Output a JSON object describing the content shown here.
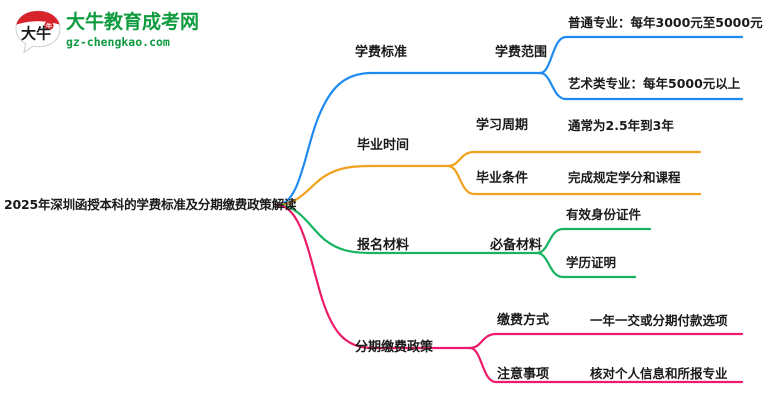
{
  "brand": {
    "logo_icon": "speech-bubble-logo-icon",
    "logo_mark_text": "大牛",
    "name_cn": "大牛教育成考网",
    "name_en": "gz-chengkao.com",
    "green": "#0f9b3f",
    "red": "#d8232a"
  },
  "mindmap": {
    "type": "mindmap",
    "root": "2025年深圳函授本科的学费标准及分期缴费政策解读",
    "branches": [
      {
        "label": "学费标准",
        "color": "#1f8bf0",
        "sub": [
          {
            "label": "学费范围",
            "leaves": [
              "普通专业：每年3000元至5000元",
              "艺术类专业：每年5000元以上"
            ]
          }
        ]
      },
      {
        "label": "毕业时间",
        "color": "#f0a21e",
        "sub": [
          {
            "label": "学习周期",
            "leaves": [
              "通常为2.5年到3年"
            ]
          },
          {
            "label": "毕业条件",
            "leaves": [
              "完成规定学分和课程"
            ]
          }
        ]
      },
      {
        "label": "报名材料",
        "color": "#16b460",
        "sub": [
          {
            "label": "必备材料",
            "leaves": [
              "有效身份证件",
              "学历证明"
            ]
          }
        ]
      },
      {
        "label": "分期缴费政策",
        "color": "#ec1b69",
        "sub": [
          {
            "label": "缴费方式",
            "leaves": [
              "一年一交或分期付款选项"
            ]
          },
          {
            "label": "注意事项",
            "leaves": [
              "核对个人信息和所报专业"
            ]
          }
        ]
      }
    ]
  }
}
